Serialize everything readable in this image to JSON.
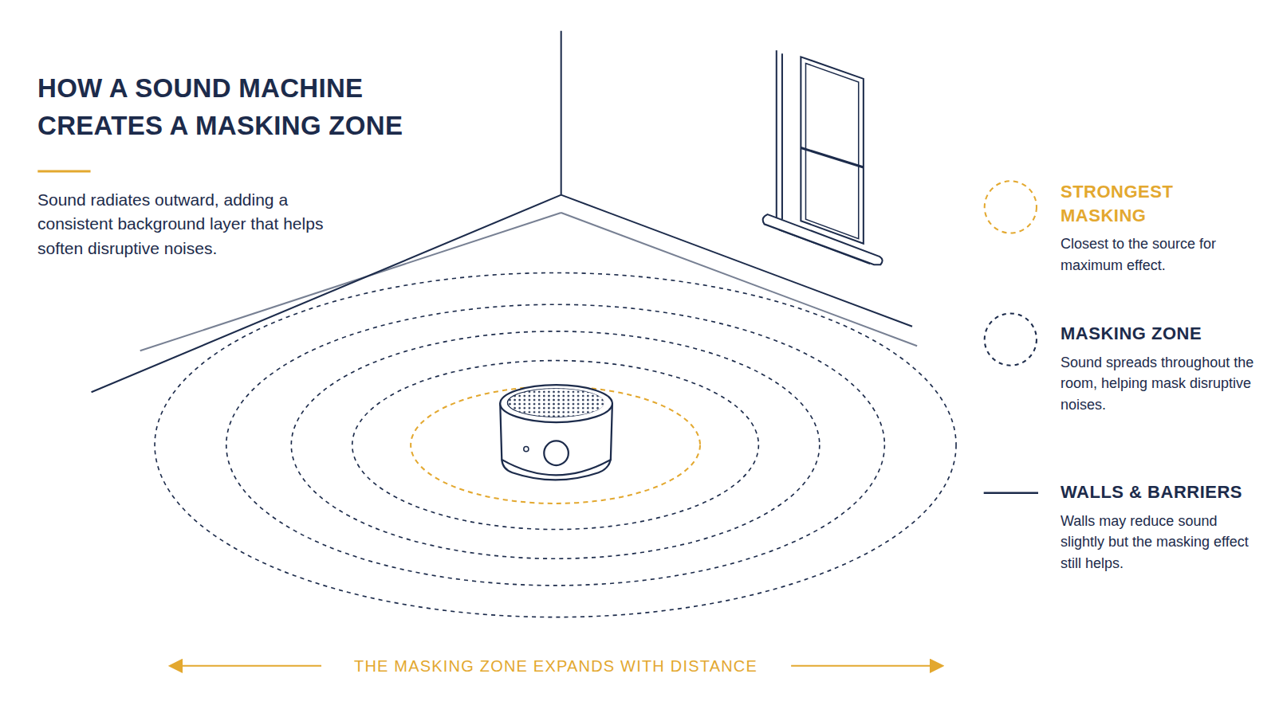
{
  "diagram": {
    "title": "HOW A SOUND MACHINE CREATES A MASKING ZONE",
    "labels": [
      "Sound radiates outward, adding a consistent background layer that helps soften disruptive noises.",
      "Closest to the source for maximum effect.",
      "Sound spreads throughout the room, helping mask disruptive noises.",
      "Walls may reduce sound slightly but the masking effect still helps.",
      "THE MASKING ZONE EXPANDS WITH DISTANCE"
    ],
    "legend": [
      {
        "text": "STRONGEST MASKING"
      },
      {
        "text": "MASKING ZONE"
      },
      {
        "text": "WALLS & BARRIERS"
      }
    ]
  }
}
